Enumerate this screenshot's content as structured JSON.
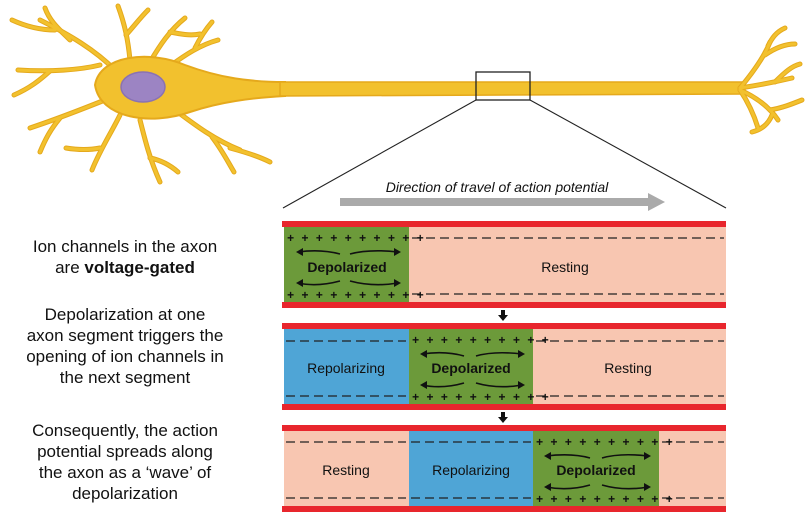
{
  "direction_label": "Direction of travel of action potential",
  "captions": {
    "c1_pre": "Ion channels in the axon",
    "c1_mid": "are ",
    "c1_bold": "voltage-gated",
    "c2": [
      "Depolarization at one",
      "axon segment triggers the",
      "opening of ion channels in",
      "the next segment"
    ],
    "c3": [
      "Consequently, the action",
      "potential spreads along",
      "the axon as a ‘wave’ of",
      "depolarization"
    ]
  },
  "segment_labels": {
    "depolarized": "Depolarized",
    "resting": "Resting",
    "repolarizing": "Repolarizing"
  },
  "charges": {
    "plus_row": "+ + + + + + + + + +",
    "plus_row_short": "+ + + + + + + + +"
  },
  "colors": {
    "membrane": "#e8262d",
    "resting_fill": "#f8c6b1",
    "depolarized_fill": "#6c9a3a",
    "repolarizing_fill": "#4fa5d6",
    "neuron_fill": "#f2c12e",
    "nucleus_fill": "#9c84c3",
    "arrow_gray": "#aaaaaa"
  }
}
